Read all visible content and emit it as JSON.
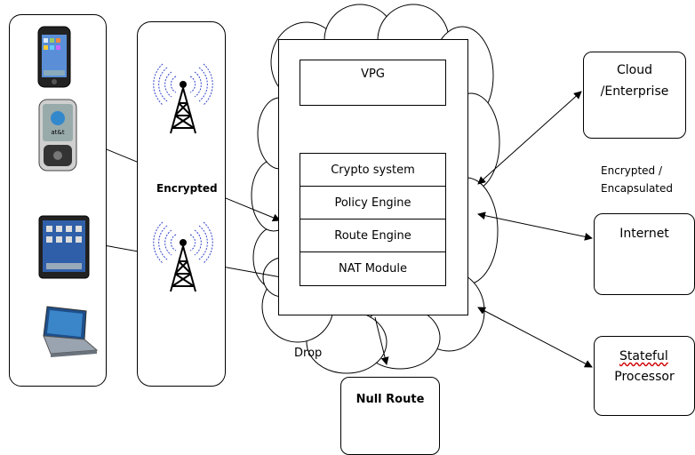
{
  "vpg": {
    "title": "VPG",
    "modules": [
      "Crypto system",
      "Policy Engine",
      "Route Engine",
      "NAT Module"
    ]
  },
  "labels": {
    "encrypted": "Encrypted",
    "drop": "Drop",
    "null_route": "Null Route",
    "encrypted_encapsulated_line1": "Encrypted /",
    "encrypted_encapsulated_line2": "Encapsulated"
  },
  "destinations": {
    "cloud_line1": "Cloud",
    "cloud_line2": "/Enterprise",
    "internet": "Internet",
    "stateful_line1": "Stateful",
    "stateful_line2": "Processor"
  },
  "devices": [
    "smartphone",
    "att-phone",
    "tablet",
    "laptop"
  ],
  "icons": [
    "cell-tower-icon",
    "cell-tower-icon"
  ],
  "colors": {
    "signal": "#3344cc",
    "outline": "#000000"
  }
}
